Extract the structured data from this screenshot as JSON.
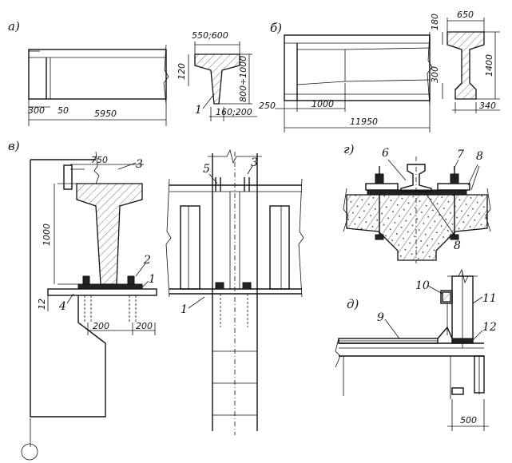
{
  "sections": {
    "a": "а)",
    "b": "б)",
    "v": "в)",
    "g": "г)",
    "d": "д)"
  },
  "dimensions": {
    "a_300": "300",
    "a_50": "50",
    "a_5950": "5950",
    "a_width": "550;600",
    "a_120": "120",
    "a_height": "800÷1000",
    "a_web": "160;200",
    "b_180": "180",
    "b_650": "650",
    "b_300": "300",
    "b_1400": "1400",
    "b_340": "340",
    "b_250": "250",
    "b_1000": "1000",
    "b_11950": "11950",
    "v_750": "750",
    "v_1000": "1000",
    "v_12": "12",
    "v_200a": "200",
    "v_200b": "200",
    "d_500": "500"
  },
  "labels": {
    "l1a": "1",
    "l1b": "1",
    "l1c": "1",
    "l2": "2",
    "l3a": "3",
    "l3b": "3",
    "l4": "4",
    "l5": "5",
    "l6": "6",
    "l7": "7",
    "l8a": "8",
    "l8b": "8",
    "l9": "9",
    "l10": "10",
    "l11": "11",
    "l12": "12"
  }
}
